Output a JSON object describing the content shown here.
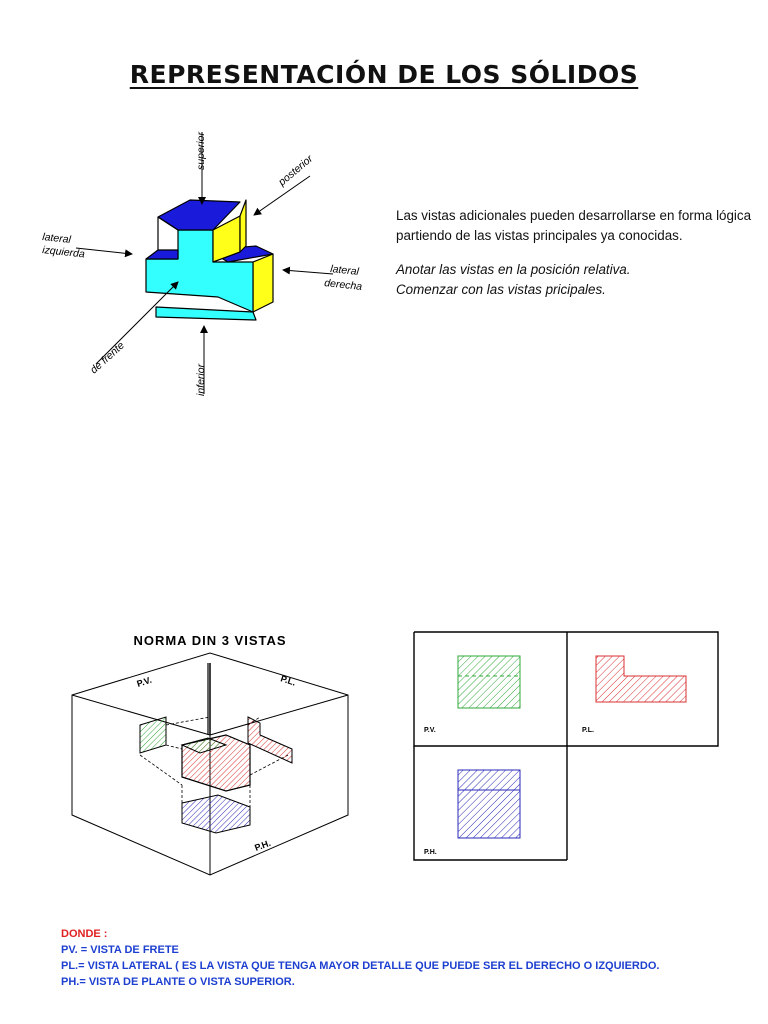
{
  "title": "REPRESENTACIÓN  DE  LOS  SÓLIDOS",
  "isometric": {
    "labels": {
      "superior": "superior",
      "posterior": "posterior",
      "lateral_izq_1": "lateral",
      "lateral_izq_2": "izquierda",
      "lateral_der_1": "lateral",
      "lateral_der_2": "derecha",
      "de_frente": "de frente",
      "inferior": "inferior"
    },
    "colors": {
      "top": "#1a1adb",
      "front": "#33ffff",
      "side": "#ffff1a"
    }
  },
  "description": {
    "line1": "Las vistas adicionales pueden desarrollarse en forma lógica",
    "line2": "partiendo de las vistas principales ya conocidas.",
    "line3": "Anotar las vistas en la posición relativa.",
    "line4": "Comenzar con las vistas pricipales."
  },
  "din": {
    "title": "NORMA DIN  3 VISTAS",
    "pv": "P.V.",
    "pl": "P.L.",
    "ph": "P.H."
  },
  "views": {
    "pv": "P.V.",
    "pl": "P.L.",
    "ph": "P.H.",
    "colors": {
      "pv": "#2fa83a",
      "pl": "#d93030",
      "ph": "#2a2ab8"
    }
  },
  "legend": {
    "heading": "DONDE :",
    "pv": "PV. = VISTA DE FRETE",
    "pl": "PL.= VISTA LATERAL ( ES LA VISTA QUE TENGA MAYOR DETALLE QUE PUEDE SER EL DERECHO O IZQUIERDO.",
    "ph": "PH.= VISTA DE PLANTE O VISTA SUPERIOR."
  }
}
